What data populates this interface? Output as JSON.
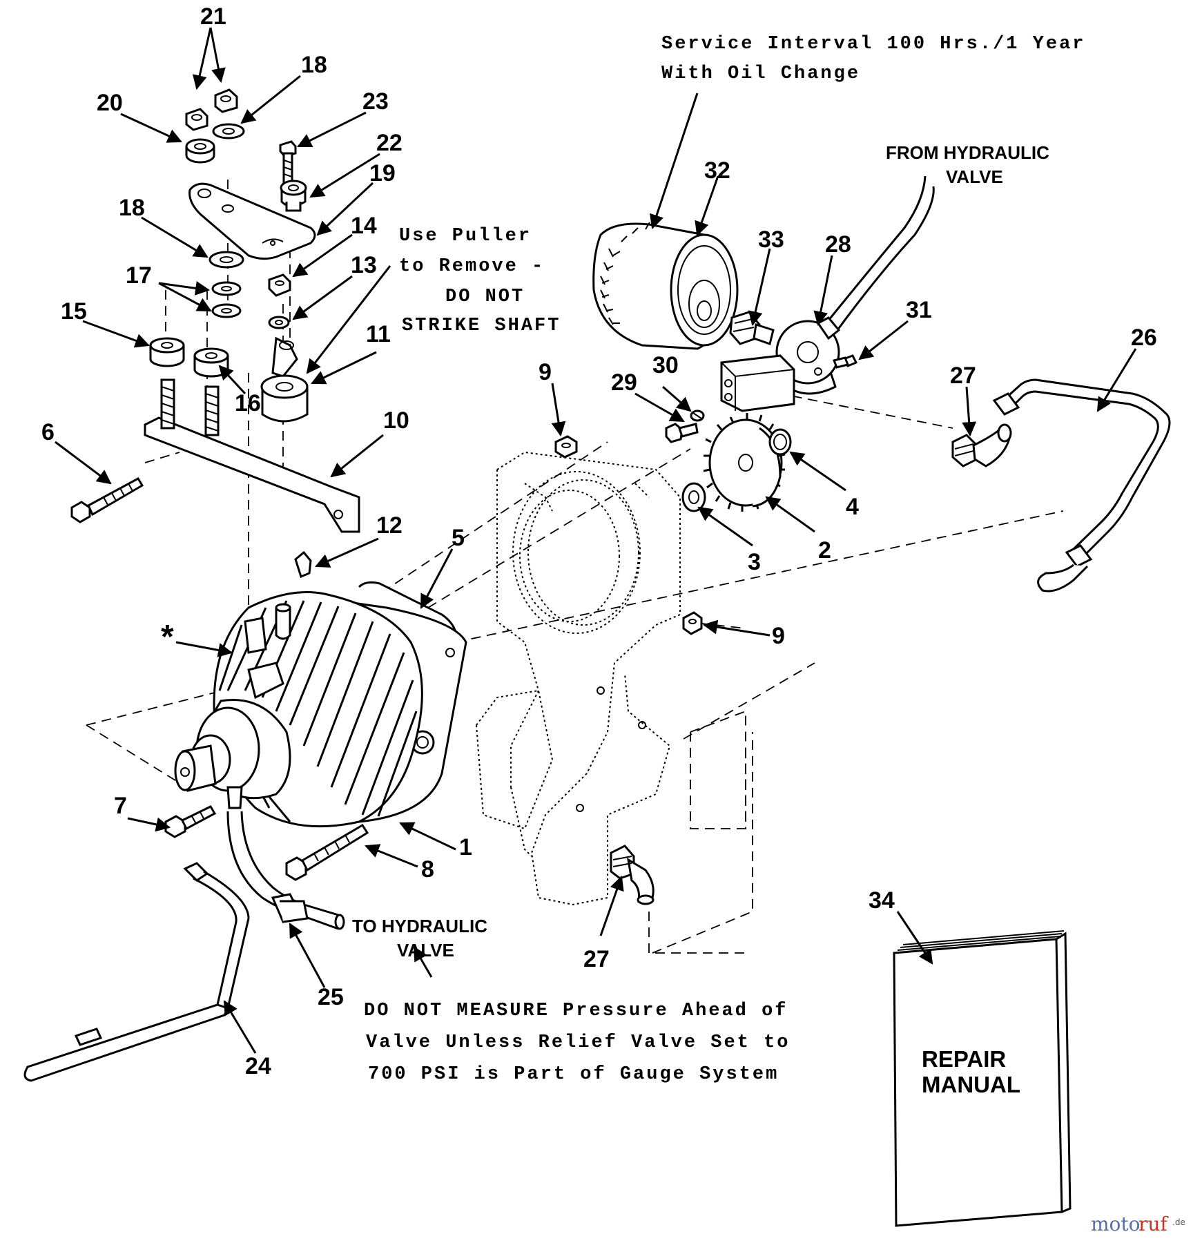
{
  "callouts": [
    {
      "id": "c1",
      "label": "1"
    },
    {
      "id": "c2",
      "label": "2"
    },
    {
      "id": "c3",
      "label": "3"
    },
    {
      "id": "c4",
      "label": "4"
    },
    {
      "id": "c5",
      "label": "5"
    },
    {
      "id": "c6",
      "label": "6"
    },
    {
      "id": "c7",
      "label": "7"
    },
    {
      "id": "c8",
      "label": "8"
    },
    {
      "id": "c9a",
      "label": "9"
    },
    {
      "id": "c9b",
      "label": "9"
    },
    {
      "id": "c10",
      "label": "10"
    },
    {
      "id": "c11",
      "label": "11"
    },
    {
      "id": "c12",
      "label": "12"
    },
    {
      "id": "c13",
      "label": "13"
    },
    {
      "id": "c14",
      "label": "14"
    },
    {
      "id": "c15",
      "label": "15"
    },
    {
      "id": "c16",
      "label": "16"
    },
    {
      "id": "c17",
      "label": "17"
    },
    {
      "id": "c18a",
      "label": "18"
    },
    {
      "id": "c18b",
      "label": "18"
    },
    {
      "id": "c19",
      "label": "19"
    },
    {
      "id": "c20",
      "label": "20"
    },
    {
      "id": "c21",
      "label": "21"
    },
    {
      "id": "c22",
      "label": "22"
    },
    {
      "id": "c23",
      "label": "23"
    },
    {
      "id": "c24",
      "label": "24"
    },
    {
      "id": "c25",
      "label": "25"
    },
    {
      "id": "c26",
      "label": "26"
    },
    {
      "id": "c27a",
      "label": "27"
    },
    {
      "id": "c27b",
      "label": "27"
    },
    {
      "id": "c28",
      "label": "28"
    },
    {
      "id": "c29",
      "label": "29"
    },
    {
      "id": "c30",
      "label": "30"
    },
    {
      "id": "c31",
      "label": "31"
    },
    {
      "id": "c32",
      "label": "32"
    },
    {
      "id": "c33",
      "label": "33"
    },
    {
      "id": "c34",
      "label": "34"
    },
    {
      "id": "cstar",
      "label": "*"
    }
  ],
  "notes": {
    "service_line1": "Service Interval 100 Hrs./1 Year",
    "service_line2": "With Oil Change",
    "from_valve_line1": "FROM HYDRAULIC",
    "from_valve_line2": "VALVE",
    "puller_line1": "Use Puller",
    "puller_line2": "to Remove -",
    "puller_line3": "DO NOT",
    "puller_line4": "STRIKE SHAFT",
    "to_valve_line1": "TO HYDRAULIC",
    "to_valve_line2": "VALVE",
    "pressure_line1": "DO NOT MEASURE Pressure Ahead of",
    "pressure_line2": "Valve Unless Relief Valve Set to",
    "pressure_line3": "700 PSI is Part of Gauge System"
  },
  "manual": {
    "line1": "REPAIR",
    "line2": "MANUAL"
  },
  "watermark": {
    "part1": "moto",
    "part2": "ruf",
    "suffix": ".de"
  }
}
